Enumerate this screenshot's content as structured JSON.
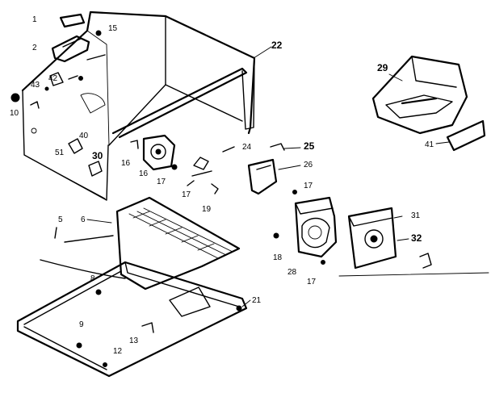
{
  "diagram": {
    "callouts": {
      "c1": "1",
      "c2": "2",
      "c15": "15",
      "c22": "22",
      "c42": "42",
      "c43": "43",
      "c10": "10",
      "c40": "40",
      "c51": "51",
      "c30": "30",
      "c16a": "16",
      "c17a": "17",
      "c16b": "16",
      "c19": "19",
      "c24": "24",
      "c25": "25",
      "c26": "26",
      "c17b": "17",
      "c17c": "17",
      "c31": "31",
      "c32": "32",
      "c18": "18",
      "c28": "28",
      "c17d": "17",
      "c29": "29",
      "c41": "41",
      "c5": "5",
      "c6": "6",
      "c21": "21",
      "c8": "8",
      "c12": "12",
      "c13": "13",
      "c9": "9"
    }
  }
}
